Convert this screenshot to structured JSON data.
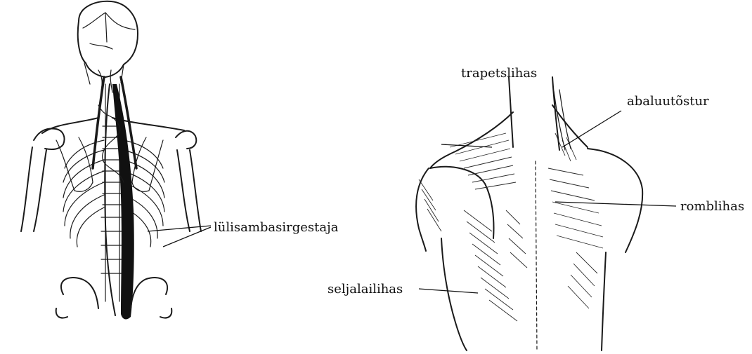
{
  "labels": {
    "erector_spinae": "lülisambasirgestaja",
    "trapezius": "trapetslihas",
    "levator_scapulae": "abaluutõstur",
    "rhomboid": "romblihas",
    "latissimus_dorsi": "seljalailihas"
  }
}
